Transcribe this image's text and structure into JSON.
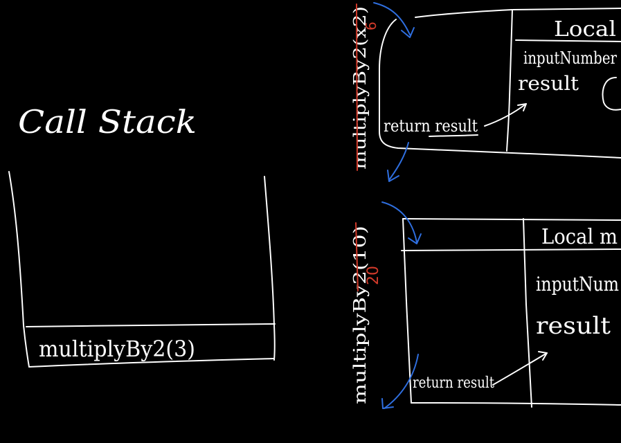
{
  "call_stack": {
    "title": "Call Stack",
    "frame_label": "multiplyBy2(3)"
  },
  "frame_top": {
    "side_label": "multiplyBy2(x2)",
    "side_value": "6",
    "local_header": "Local",
    "vars": [
      "inputNumber",
      "result"
    ],
    "return_text": "return result"
  },
  "frame_bottom": {
    "side_label": "multiplyBy2(10)",
    "side_value": "20",
    "local_header": "Local m",
    "vars": [
      "inputNum",
      "result"
    ],
    "return_text": "return result"
  },
  "colors": {
    "background": "#000000",
    "chalk": "#ffffff",
    "blue_arrow": "#2f6fe0",
    "red_mark": "#d23a2a"
  }
}
